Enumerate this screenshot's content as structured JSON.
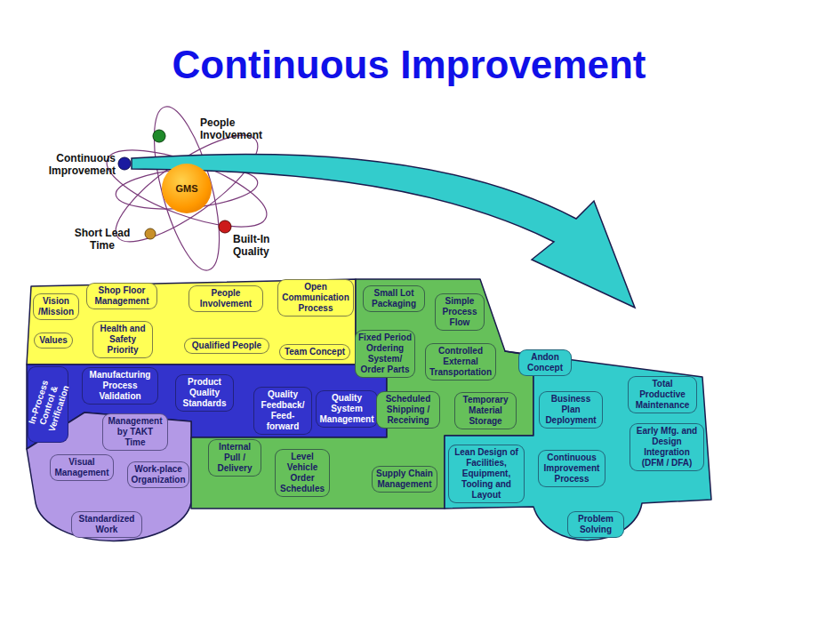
{
  "diagram": {
    "title": "Continuous Improvement",
    "nodes": [
      {
        "text": [
          "GMS"
        ]
      },
      {
        "text": [
          "Vision /Mission"
        ]
      },
      {
        "text": [
          "Shop Floor Management"
        ]
      },
      {
        "text": [
          "People Involvement"
        ]
      },
      {
        "text": [
          "Open Communication Process"
        ]
      },
      {
        "text": [
          "Values"
        ]
      },
      {
        "text": [
          "Health and Safety Priority"
        ]
      },
      {
        "text": [
          "Qualified People"
        ]
      },
      {
        "text": [
          "Team Concept"
        ]
      },
      {
        "text": [
          "In-Process Control & Verification"
        ]
      },
      {
        "text": [
          "Manufacturing Process Validation"
        ]
      },
      {
        "text": [
          "Product Quality Standards"
        ]
      },
      {
        "text": [
          "Quality Feedback/ Feed-forward"
        ]
      },
      {
        "text": [
          "Quality System Management"
        ]
      },
      {
        "text": [
          "Management by TAKT Time"
        ]
      },
      {
        "text": [
          "Visual Management"
        ]
      },
      {
        "text": [
          "Work-place Organization"
        ]
      },
      {
        "text": [
          "Standardized Work"
        ]
      },
      {
        "text": [
          "Internal Pull / Delivery"
        ]
      },
      {
        "text": [
          "Level Vehicle Order Schedules"
        ]
      },
      {
        "text": [
          "Small Lot Packaging"
        ]
      },
      {
        "text": [
          "Simple Process Flow"
        ]
      },
      {
        "text": [
          "Fixed Period Ordering System/ Order Parts"
        ]
      },
      {
        "text": [
          "Controlled External Transportation"
        ]
      },
      {
        "text": [
          "Scheduled Shipping / Receiving"
        ]
      },
      {
        "text": [
          "Temporary Material Storage"
        ]
      },
      {
        "text": [
          "Supply Chain Management"
        ]
      },
      {
        "text": [
          "Lean Design of Facilities, Equipment, Tooling and Layout"
        ]
      },
      {
        "text": [
          "Andon Concept"
        ]
      },
      {
        "text": [
          "Business Plan Deployment"
        ]
      },
      {
        "text": [
          "Total Productive Maintenance"
        ]
      },
      {
        "text": [
          "Early Mfg. and Design Integration (DFM / DFA)"
        ]
      },
      {
        "text": [
          "Continuous Improvement Process"
        ]
      },
      {
        "text": [
          "Problem Solving"
        ]
      }
    ],
    "labels": [
      "People Involvement",
      "Continuous Improvement",
      "Short Lead Time",
      "Built-In Quality"
    ]
  }
}
